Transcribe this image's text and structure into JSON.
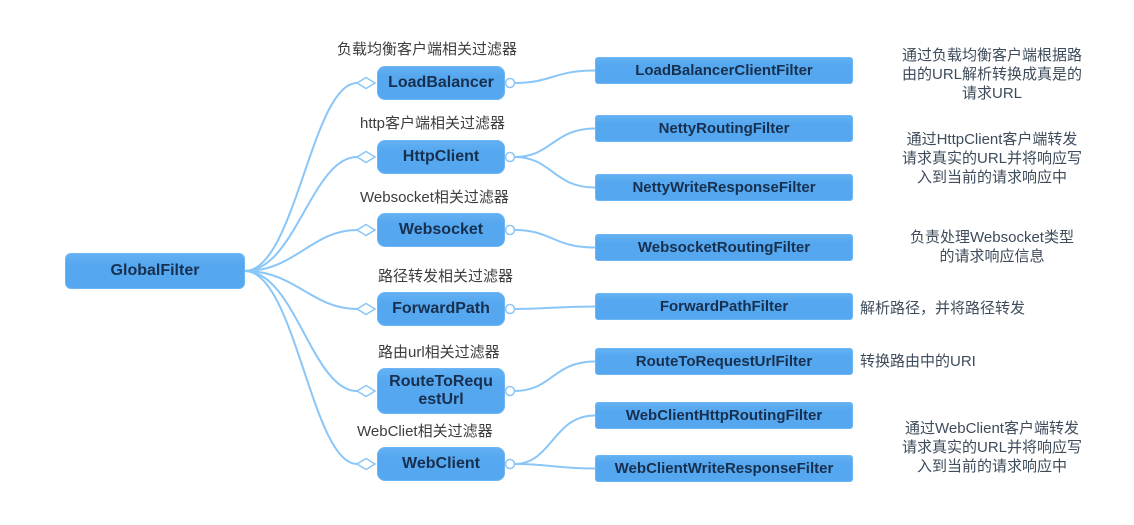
{
  "colors": {
    "node_fill": "#55a7ef",
    "node_border": "#6db6f5",
    "connector": "#8ac6f7",
    "node_text": "#17304f",
    "label_text": "#3d3d3d",
    "desc_text": "#3e4b5a"
  },
  "diagram": {
    "root": "GlobalFilter",
    "branches": [
      {
        "group_label": "负载均衡客户端相关过滤器",
        "node_label": "LoadBalancer",
        "children": [
          "LoadBalancerClientFilter"
        ],
        "description": "通过负载均衡客户端根据路\n由的URL解析转换成真是的\n请求URL"
      },
      {
        "group_label": "http客户端相关过滤器",
        "node_label": "HttpClient",
        "children": [
          "NettyRoutingFilter",
          "NettyWriteResponseFilter"
        ],
        "description": "通过HttpClient客户端转发\n请求真实的URL并将响应写\n入到当前的请求响应中"
      },
      {
        "group_label": "Websocket相关过滤器",
        "node_label": "Websocket",
        "children": [
          "WebsocketRoutingFilter"
        ],
        "description": "负责处理Websocket类型\n的请求响应信息"
      },
      {
        "group_label": "路径转发相关过滤器",
        "node_label": "ForwardPath",
        "children": [
          "ForwardPathFilter"
        ],
        "description": "解析路径，并将路径转发"
      },
      {
        "group_label": "路由url相关过滤器",
        "node_label": "RouteToRequ\nestUrl",
        "children": [
          "RouteToRequestUrlFilter"
        ],
        "description": "转换路由中的URI"
      },
      {
        "group_label": "WebCliet相关过滤器",
        "node_label": "WebClient",
        "children": [
          "WebClientHttpRoutingFilter",
          "WebClientWriteResponseFilter"
        ],
        "description": "通过WebClient客户端转发\n请求真实的URL并将响应写\n入到当前的请求响应中"
      }
    ]
  }
}
